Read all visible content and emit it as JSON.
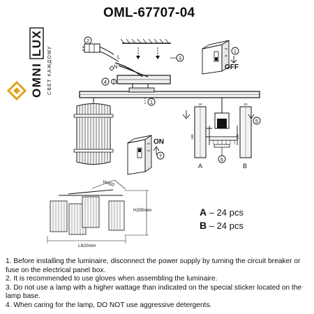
{
  "brand": {
    "name": "OMNI LUX",
    "name_part1": "OMNI",
    "name_part2": "LUX",
    "slogan": "СВЕТ КАЖДОМУ"
  },
  "model": "OML-67707-04",
  "callouts": {
    "c1": "1",
    "c2": "2",
    "c3": "3",
    "c4": "4",
    "c5": "5",
    "c6": "6",
    "c7": "7"
  },
  "switch": {
    "off_label": "OFF",
    "on_label": "ON"
  },
  "wiring": {
    "live": "L",
    "neutral": "N"
  },
  "shade_types": {
    "a_letter": "A",
    "b_letter": "B",
    "dim_20": "20",
    "dim_180": "180"
  },
  "dimensions": {
    "width": "W400",
    "height": "H295mm",
    "length": "L620mm"
  },
  "parts": [
    {
      "letter": "A",
      "text": " – 24 pcs"
    },
    {
      "letter": "B",
      "text": " – 24 pcs"
    }
  ],
  "notes": [
    "1. Before installing the luminaire, disconnect the power supply by turning the circuit breaker or fuse on the electrical panel box.",
    "2. It is recommended to use gloves when assembling the luminaire.",
    "3. Do not use a lamp with a higher wattage than indicated on the special sticker located on the lamp base.",
    "4. When caring for the lamp, DO NOT use aggressive detergents."
  ]
}
